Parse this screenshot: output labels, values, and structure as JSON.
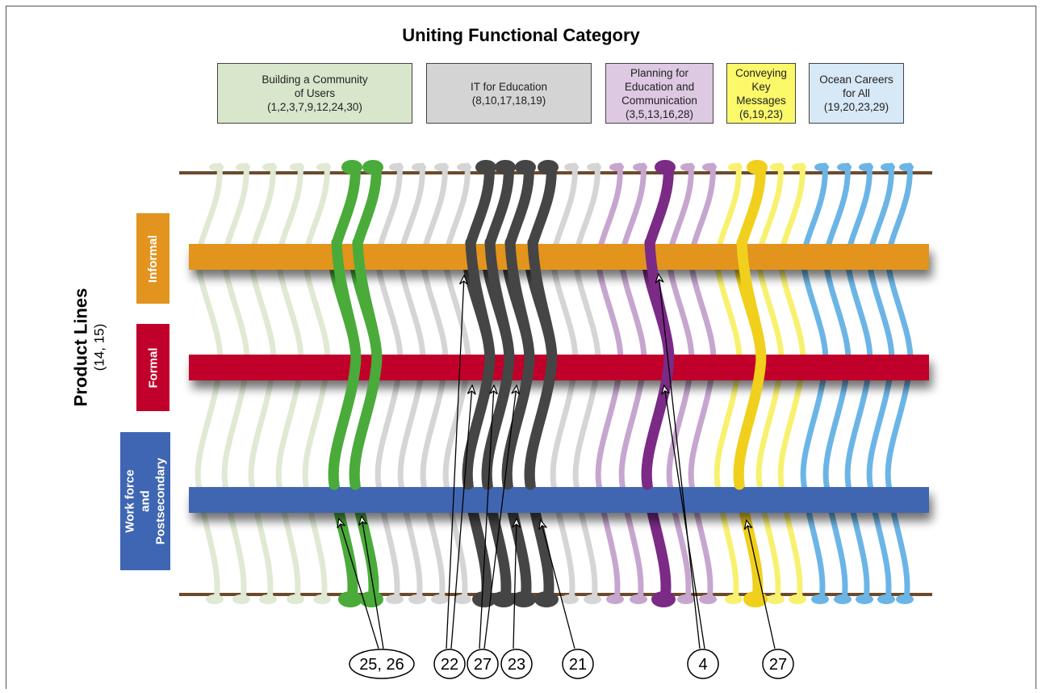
{
  "title": "Uniting Functional Category",
  "categories": [
    {
      "label": "Building a Community\nof Users\n(1,2,3,7,9,12,24,30)",
      "color": "#d8e6cc"
    },
    {
      "label": "IT for Education\n(8,10,17,18,19)",
      "color": "#d4d4d4"
    },
    {
      "label": "Planning for\nEducation and\nCommunication\n(3,5,13,16,28)",
      "color": "#ddc9e2"
    },
    {
      "label": "Conveying\nKey\nMessages\n(6,19,23)",
      "color": "#fbf86a"
    },
    {
      "label": "Ocean Careers\nfor All\n(19,20,23,29)",
      "color": "#d7e8f6"
    }
  ],
  "axis": {
    "title": "Product Lines",
    "subtitle": "(14, 15)"
  },
  "product_lines": [
    {
      "label": "Informal",
      "color": "#e2941e"
    },
    {
      "label": "Formal",
      "color": "#c0002a"
    },
    {
      "label": "Work force and\nPostsecondary",
      "color": "#3f66b2"
    }
  ],
  "callouts": [
    {
      "label": "25, 26"
    },
    {
      "label": "22"
    },
    {
      "label": "27"
    },
    {
      "label": "23"
    },
    {
      "label": "21"
    },
    {
      "label": "4"
    },
    {
      "label": "27"
    }
  ],
  "thread_colors": {
    "community_light": "#dfe9d3",
    "community_bold": "#4aab3a",
    "it_light": "#d5d5d5",
    "it_bold": "#454545",
    "planning_light": "#c6a6cf",
    "planning_bold": "#7b2a86",
    "messages_light": "#f8f170",
    "messages_bold": "#f0d01c",
    "careers": "#6bb5e6",
    "rod": "#6b4a2b"
  }
}
